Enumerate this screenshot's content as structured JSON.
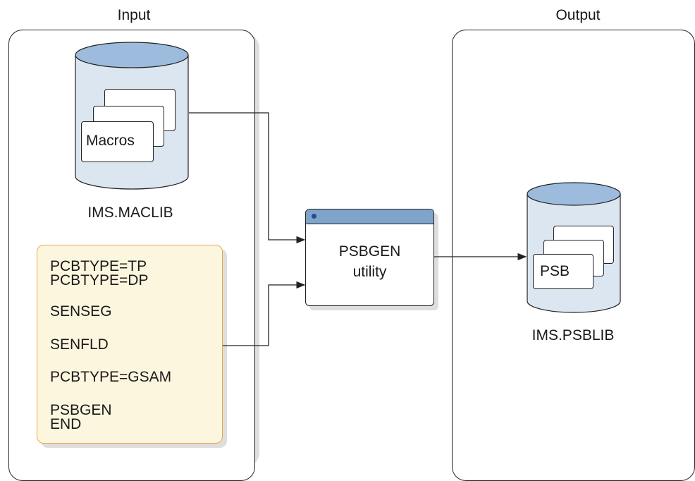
{
  "input_panel": {
    "title": "Input"
  },
  "output_panel": {
    "title": "Output"
  },
  "maclib": {
    "document_label": "Macros",
    "dataset_label": "IMS.MACLIB"
  },
  "psblib": {
    "document_label": "PSB",
    "dataset_label": "IMS.PSBLIB"
  },
  "source_statements": [
    "PCBTYPE=TP",
    "PCBTYPE=DP",
    "SENSEG",
    "SENFLD",
    "PCBTYPE=GSAM",
    "PSBGEN",
    "END"
  ],
  "utility": {
    "line1": "PSBGEN",
    "line2": "utility"
  },
  "colors": {
    "cylinder_fill": "#dbe6f1",
    "cylinder_top": "#9dbbdc",
    "utility_titlebar": "#7fa3c9",
    "code_box_fill": "#fdf6df",
    "code_box_border": "#e3a94b",
    "outline": "#222222"
  }
}
